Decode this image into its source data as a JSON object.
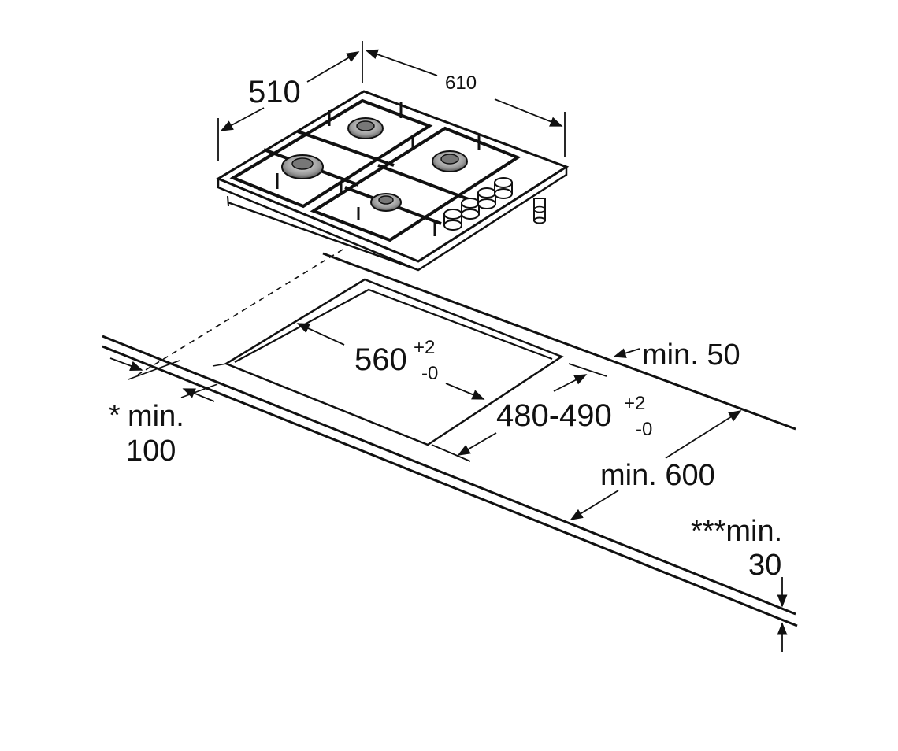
{
  "dimensions": {
    "depth_hob": "510",
    "width_hob": "610",
    "cutout_width": "560",
    "cutout_width_tol_plus": "+2",
    "cutout_width_tol_minus": "-0",
    "cutout_depth": "480-490",
    "cutout_depth_tol_plus": "+2",
    "cutout_depth_tol_minus": "-0",
    "min_back": "min. 50",
    "min_side_star": "*",
    "min_side_label": "min.",
    "min_side_value": "100",
    "min_worktop": "min. 600",
    "min_thickness_label": "***min.",
    "min_thickness_value": "30"
  },
  "colors": {
    "line": "#111111",
    "burner": "#9a9a9a",
    "background": "#ffffff"
  }
}
